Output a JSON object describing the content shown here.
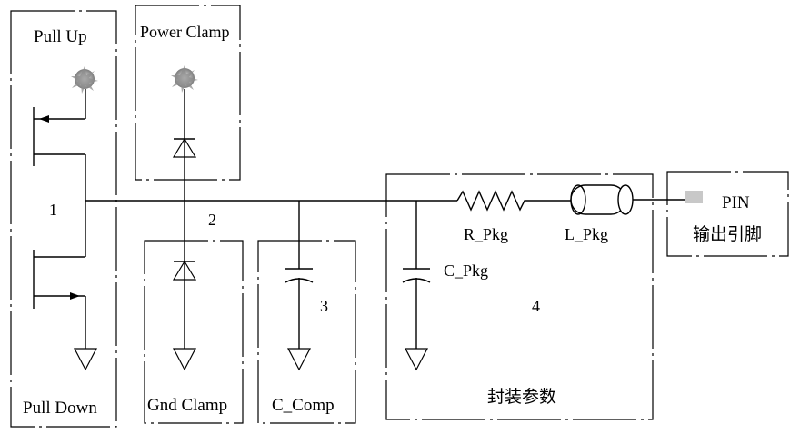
{
  "labels": {
    "pull_up": "Pull Up",
    "pull_down": "Pull Down",
    "power_clamp": "Power Clamp",
    "gnd_clamp": "Gnd Clamp",
    "c_comp": "C_Comp",
    "c_pkg": "C_Pkg",
    "r_pkg": "R_Pkg",
    "l_pkg": "L_Pkg",
    "pin": "PIN",
    "pin_cn": "输出引脚",
    "package_params": "封装参数"
  },
  "section_numbers": {
    "driver": "1",
    "clamps": "2",
    "comp": "3",
    "package": "4"
  },
  "icons": {
    "supply": "starburst-supply-icon",
    "ground": "ground-triangle-icon",
    "pin_pad": "pin-pad-icon"
  },
  "colors": {
    "line": "#000000",
    "pin_pad": "#c8c8c8",
    "supply_glow": "#9a9a9a"
  }
}
